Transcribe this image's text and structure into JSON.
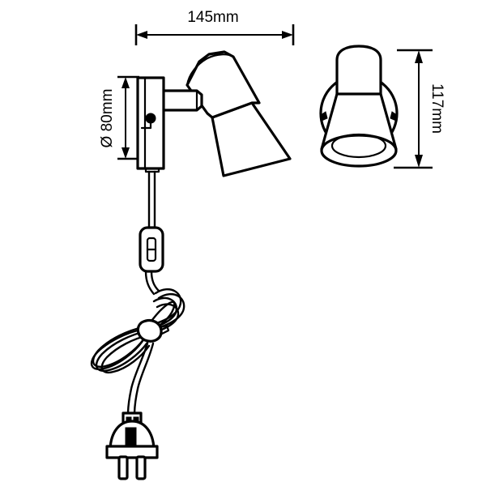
{
  "document": {
    "type": "technical-dimension-drawing",
    "subject": "wall-mounted spotlight lamp with inline switch and plug",
    "background_color": "#ffffff",
    "line_color": "#000000",
    "views": [
      "side-elevation",
      "front-elevation"
    ]
  },
  "dimensions": {
    "width": {
      "label": "145mm",
      "value": 145,
      "unit": "mm",
      "orientation": "horizontal",
      "position": "top"
    },
    "height_back": {
      "label": "Ø 80mm",
      "value": 80,
      "unit": "mm",
      "symbol": "Ø",
      "orientation": "vertical",
      "position": "left"
    },
    "height_front": {
      "label": "117mm",
      "value": 117,
      "unit": "mm",
      "orientation": "vertical",
      "position": "right"
    }
  },
  "parts": {
    "wall_plate": "wall-mount-bracket",
    "arm": "adjustable-arm",
    "head": "lamp-head-cylinder",
    "shade": "conical-lamp-shade",
    "switch": "inline-rocker-switch",
    "cord": "coiled-power-cord",
    "plug": "two-pin-europlug",
    "backplate": "circular-backplate"
  }
}
